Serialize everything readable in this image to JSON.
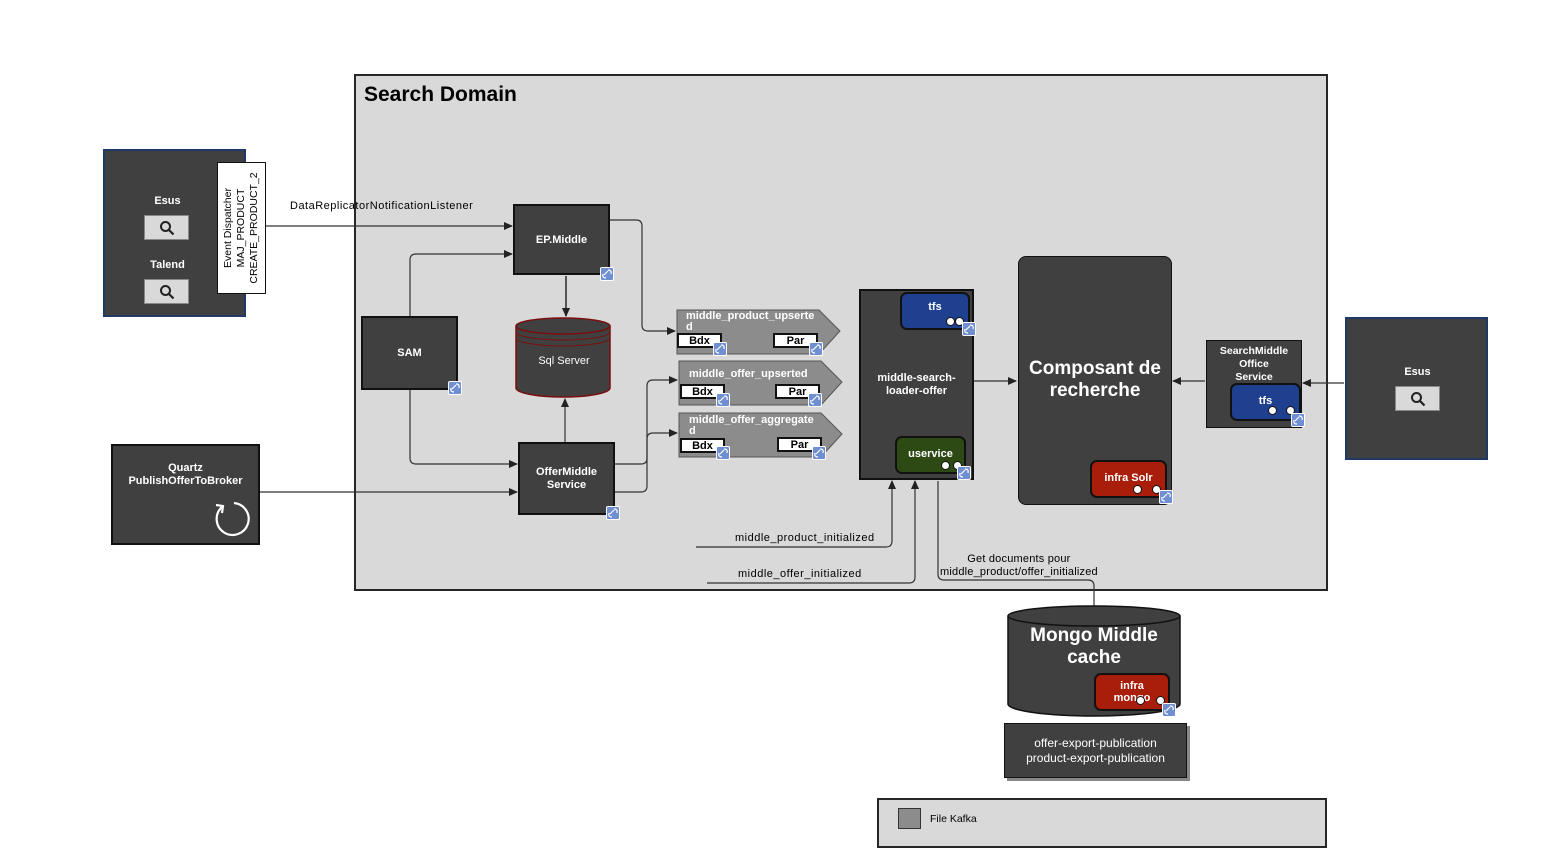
{
  "diagram": {
    "domain_title": "Search Domain",
    "external_left": {
      "label_top": "Esus",
      "label_bottom": "Talend",
      "event_lines": [
        "Event Dispatcher",
        "MAJ_PRODUCT",
        "CREATE_PRODUCT_2"
      ]
    },
    "external_right": {
      "label": "Esus"
    },
    "quartz": {
      "line1": "Quartz",
      "line2": "PublishOfferToBroker"
    },
    "nodes": {
      "ep_middle": "EP.Middle",
      "sam": "SAM",
      "sql_server": "Sql Server",
      "offer_middle": [
        "OfferMiddle",
        "Service"
      ],
      "loader": [
        "middle-search-",
        "loader-offer"
      ],
      "composant": [
        "Composant de",
        "recherche"
      ],
      "search_middle": [
        "SearchMiddle",
        "Office",
        "Service"
      ],
      "mongo": [
        "Mongo Middle",
        "cache"
      ],
      "mongo_topics": [
        "offer-export-publication",
        "product-export-publication"
      ]
    },
    "kafka_topics": [
      {
        "title_lines": [
          "middle_product_upserte",
          "d"
        ],
        "left_tag": "Bdx",
        "right_tag": "Par"
      },
      {
        "title_lines": [
          "middle_offer_upserted"
        ],
        "left_tag": "Bdx",
        "right_tag": "Par"
      },
      {
        "title_lines": [
          "middle_offer_aggregate",
          "d"
        ],
        "left_tag": "Bdx",
        "right_tag": "Par"
      }
    ],
    "components": {
      "tfs_loader": "tfs",
      "uservice": "uservice",
      "infra_solr": "infra Solr",
      "tfs_search": "tfs",
      "infra_mongo": [
        "infra",
        "mongo"
      ]
    },
    "edge_labels": {
      "data_replicator": "DataReplicatorNotificationListener",
      "product_initialized": "middle_product_initialized",
      "offer_initialized": "middle_offer_initialized",
      "get_documents": [
        "Get documents pour",
        "middle_product/offer_initialized"
      ]
    },
    "legend": {
      "label": "File Kafka"
    },
    "colors": {
      "domain_bg": "#d9d9d9",
      "node_dark": "#404040",
      "kafka_grey": "#8c8c8c",
      "tfs_blue": "#1f3f8f",
      "uservice_green": "#2e4a14",
      "infra_red": "#a81e0a",
      "sql_red": "#7a0f0f",
      "link_badge": "#6f8fd0"
    },
    "icons": [
      "search-icon",
      "link-icon",
      "cycle-icon"
    ]
  }
}
